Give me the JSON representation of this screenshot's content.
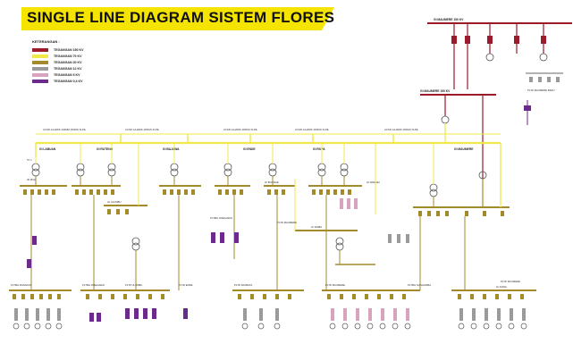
{
  "title": "SINGLE LINE DIAGRAM SISTEM FLORES",
  "legend": {
    "title": "KETERANGAN :",
    "items": [
      {
        "label": "TEGANGAN 150 KV",
        "color": "#9b1b2a"
      },
      {
        "label": "TEGANGAN 70 KV",
        "color": "#f1e84a"
      },
      {
        "label": "TEGANGAN 20 KV",
        "color": "#a38b2c"
      },
      {
        "label": "TEGANGAN 12 KV",
        "color": "#9a9a9a"
      },
      {
        "label": "TEGANGAN 6 KV",
        "color": "#d7a3bd"
      },
      {
        "label": "TEGANGAN 0,4 KV",
        "color": "#6b2a8c"
      }
    ]
  },
  "buses": {
    "gi_maumere_150": "GI MAUMERE 150 KV",
    "gi_maumere_150b": "GI MAUMERE 150 KV",
    "gi_labuan": "GI LABUAN",
    "gi_ruteng": "GI RUTENG",
    "gi_bajawa": "GI BAJAWA",
    "gi_ende": "GI ENDE",
    "gi_ropa": "GI ROPA",
    "gi_maumere": "GI MAUMERE",
    "gi_ulumbu": "GI ULUMBU",
    "gi_boawae": "GI BOAWAE",
    "gi_waenei": "GI WAENEI",
    "gi_daiba": "GI DAIBA",
    "gi_kawa": "GI KAWA"
  },
  "lines": {
    "l1": "ACSR 1xHAWK 240MM (60KM) XLPE",
    "l2": "ACSR 1xHAWK (60KM) XLPE",
    "l3": "ACSR 1xHAWK (60KM) XLPE",
    "l4": "ACSR 1xHAWK (60KM) XLPE",
    "l5": "ACSR 1xHAWK (60KM) XLPE"
  },
  "plants": {
    "p1": "PLTMH RANGKAT",
    "p2": "PLTMH WAEGARAI",
    "p3": "PLTP ULUMBU",
    "p4": "PLTMH WAEGARAI",
    "p5": "PLTD FAOBATA",
    "p6": "PLTD MAUMERE",
    "p7": "PLTD ENDE",
    "p8": "PLTD MAUMERE",
    "p9": "PLTMH NANGAMBA",
    "p10": "PLTD MAUMERE",
    "p11": "PLTD MAUMERE BARU"
  },
  "transformers": {
    "trafo": "Trf 1",
    "rating": "30 MVA"
  }
}
